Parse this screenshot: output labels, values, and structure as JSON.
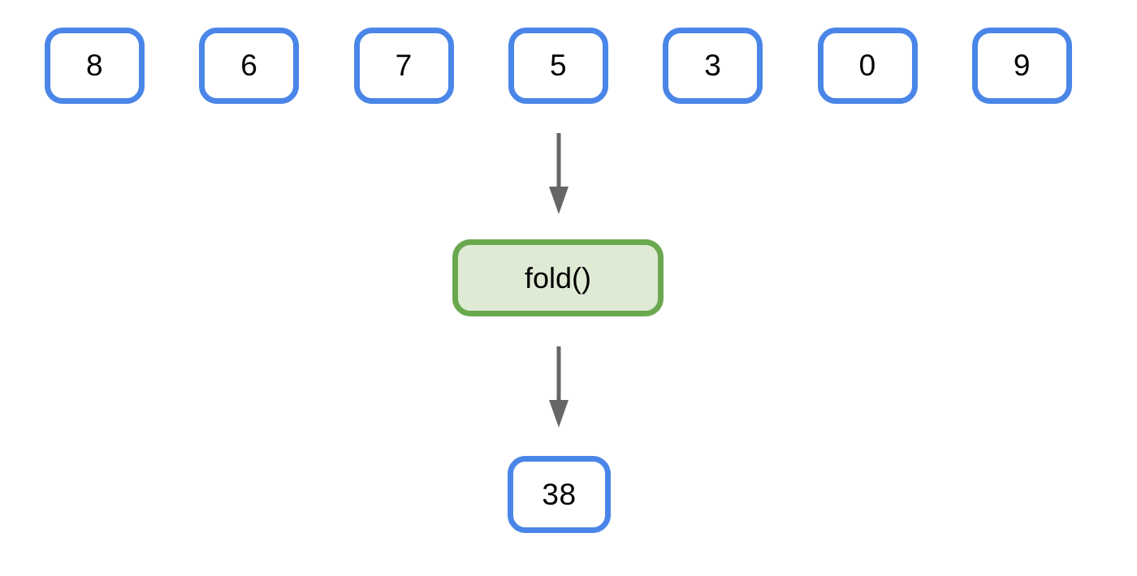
{
  "diagram": {
    "title_hint": "fold operation reducing a sequence to a single value",
    "input_sequence": [
      "8",
      "6",
      "7",
      "5",
      "3",
      "0",
      "9"
    ],
    "operation": {
      "label": "fold()"
    },
    "result": "38",
    "icons": {
      "arrow_1": "down-arrow-icon",
      "arrow_2": "down-arrow-icon"
    },
    "colors": {
      "input_box_border": "#4a86e8",
      "input_box_fill": "#ffffff",
      "operation_box_border": "#6aa84f",
      "operation_box_fill": "#dfead5",
      "arrow": "#666666",
      "text": "#000000",
      "background": "#ffffff"
    }
  }
}
